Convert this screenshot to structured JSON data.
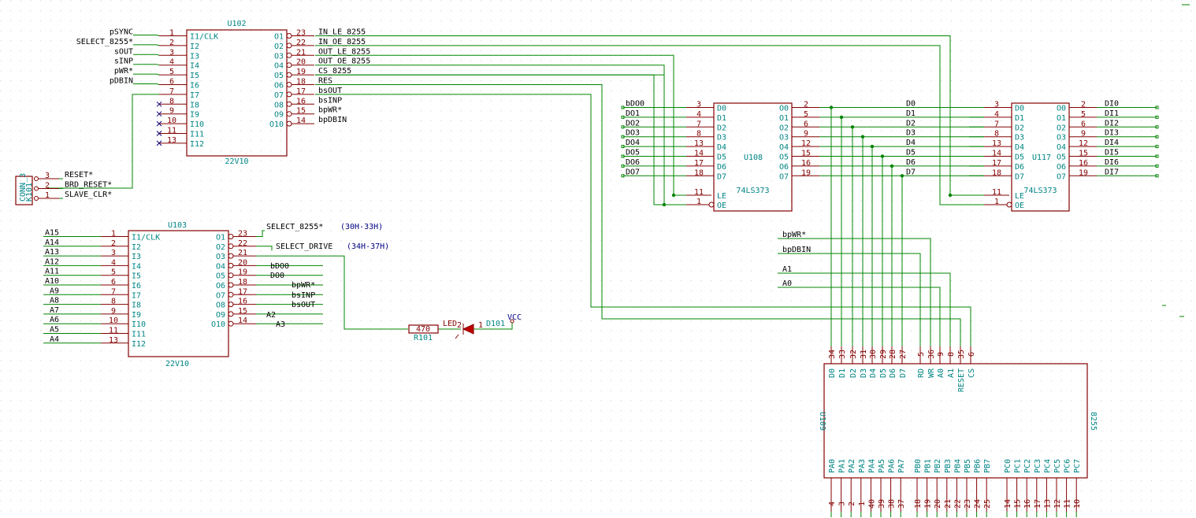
{
  "u102": {
    "ref": "U102",
    "value": "22V10",
    "in_pins": [
      {
        "num": "1",
        "name": "I1/CLK",
        "net": "pSYNC"
      },
      {
        "num": "2",
        "name": "I2",
        "net": "SELECT_8255*"
      },
      {
        "num": "3",
        "name": "I3",
        "net": "sOUT"
      },
      {
        "num": "4",
        "name": "I4",
        "net": "sINP"
      },
      {
        "num": "5",
        "name": "I5",
        "net": "pWR*"
      },
      {
        "num": "6",
        "name": "I6",
        "net": "pDBIN"
      },
      {
        "num": "7",
        "name": "I7",
        "net": ""
      },
      {
        "num": "8",
        "name": "I8",
        "net": ""
      },
      {
        "num": "9",
        "name": "I9",
        "net": ""
      },
      {
        "num": "10",
        "name": "I10",
        "net": ""
      },
      {
        "num": "11",
        "name": "I11",
        "net": ""
      },
      {
        "num": "13",
        "name": "I12",
        "net": ""
      }
    ],
    "out_pins": [
      {
        "num": "23",
        "name": "O1",
        "net": "IN_LE_8255"
      },
      {
        "num": "22",
        "name": "O2",
        "net": "IN_OE_8255"
      },
      {
        "num": "21",
        "name": "O3",
        "net": "OUT_LE_8255"
      },
      {
        "num": "20",
        "name": "O4",
        "net": "OUT_OE_8255"
      },
      {
        "num": "19",
        "name": "O5",
        "net": "CS_8255"
      },
      {
        "num": "18",
        "name": "O6",
        "net": "RES"
      },
      {
        "num": "17",
        "name": "O7",
        "net": "bsOUT"
      },
      {
        "num": "16",
        "name": "O8",
        "net": "bsINP"
      },
      {
        "num": "15",
        "name": "O9",
        "net": "bpWR*"
      },
      {
        "num": "14",
        "name": "O10",
        "net": "bpDBIN"
      }
    ]
  },
  "u103": {
    "ref": "U103",
    "value": "22V10",
    "in_pins": [
      {
        "num": "1",
        "name": "I1/CLK",
        "net": "A15"
      },
      {
        "num": "2",
        "name": "I2",
        "net": "A14"
      },
      {
        "num": "3",
        "name": "I3",
        "net": "A13"
      },
      {
        "num": "4",
        "name": "I4",
        "net": "A12"
      },
      {
        "num": "5",
        "name": "I5",
        "net": "A11"
      },
      {
        "num": "6",
        "name": "I6",
        "net": "A10"
      },
      {
        "num": "7",
        "name": "I7",
        "net": "A9"
      },
      {
        "num": "8",
        "name": "I8",
        "net": "A8"
      },
      {
        "num": "9",
        "name": "I9",
        "net": "A7"
      },
      {
        "num": "10",
        "name": "I10",
        "net": "A6"
      },
      {
        "num": "11",
        "name": "I11",
        "net": "A5"
      },
      {
        "num": "13",
        "name": "I12",
        "net": "A4"
      }
    ],
    "out_pins": [
      {
        "num": "23",
        "name": "O1",
        "net": "SELECT_8255*"
      },
      {
        "num": "22",
        "name": "O2",
        "net": "SELECT_DRIVE"
      },
      {
        "num": "21",
        "name": "O3",
        "net": ""
      },
      {
        "num": "20",
        "name": "O4",
        "net": "bDO0"
      },
      {
        "num": "19",
        "name": "O5",
        "net": "DO0"
      },
      {
        "num": "18",
        "name": "O6",
        "net": "bpWR*"
      },
      {
        "num": "17",
        "name": "O7",
        "net": "bsINP"
      },
      {
        "num": "16",
        "name": "O8",
        "net": "bsOUT"
      },
      {
        "num": "15",
        "name": "O9",
        "net": "A2"
      },
      {
        "num": "14",
        "name": "O10",
        "net": "A3"
      }
    ],
    "notes": [
      "(30H-33H)",
      "(34H-37H)"
    ]
  },
  "k101": {
    "ref": "K101",
    "value": "CONN_3",
    "pins": [
      {
        "num": "3",
        "net": "RESET*"
      },
      {
        "num": "2",
        "net": "BRD_RESET*"
      },
      {
        "num": "1",
        "net": "SLAVE_CLR*"
      }
    ]
  },
  "u108": {
    "ref": "U108",
    "value": "74LS373",
    "in_pins": [
      {
        "num": "3",
        "name": "D0",
        "net": "bDO0"
      },
      {
        "num": "4",
        "name": "D1",
        "net": "DO1"
      },
      {
        "num": "7",
        "name": "D2",
        "net": "DO2"
      },
      {
        "num": "8",
        "name": "D3",
        "net": "DO3"
      },
      {
        "num": "13",
        "name": "D4",
        "net": "DO4"
      },
      {
        "num": "14",
        "name": "D5",
        "net": "DO5"
      },
      {
        "num": "17",
        "name": "D6",
        "net": "DO6"
      },
      {
        "num": "18",
        "name": "D7",
        "net": "DO7"
      }
    ],
    "ctrl_pins": [
      {
        "num": "11",
        "name": "LE"
      },
      {
        "num": "1",
        "name": "OE"
      }
    ],
    "out_pins": [
      {
        "num": "2",
        "name": "O0",
        "net": "D0"
      },
      {
        "num": "5",
        "name": "O1",
        "net": "D1"
      },
      {
        "num": "6",
        "name": "O2",
        "net": "D2"
      },
      {
        "num": "9",
        "name": "O3",
        "net": "D3"
      },
      {
        "num": "12",
        "name": "O4",
        "net": "D4"
      },
      {
        "num": "15",
        "name": "O5",
        "net": "D5"
      },
      {
        "num": "16",
        "name": "O6",
        "net": "D6"
      },
      {
        "num": "19",
        "name": "O7",
        "net": "D7"
      }
    ]
  },
  "u117": {
    "ref": "U117",
    "value": "74LS373",
    "in_pins": [
      {
        "num": "3",
        "name": "D0"
      },
      {
        "num": "4",
        "name": "D1"
      },
      {
        "num": "7",
        "name": "D2"
      },
      {
        "num": "8",
        "name": "D3"
      },
      {
        "num": "13",
        "name": "D4"
      },
      {
        "num": "14",
        "name": "D5"
      },
      {
        "num": "17",
        "name": "D6"
      },
      {
        "num": "18",
        "name": "D7"
      }
    ],
    "ctrl_pins": [
      {
        "num": "11",
        "name": "LE"
      },
      {
        "num": "1",
        "name": "OE"
      }
    ],
    "out_pins": [
      {
        "num": "2",
        "name": "O0",
        "net": "DI0"
      },
      {
        "num": "5",
        "name": "O1",
        "net": "DI1"
      },
      {
        "num": "6",
        "name": "O2",
        "net": "DI2"
      },
      {
        "num": "9",
        "name": "O3",
        "net": "DI3"
      },
      {
        "num": "12",
        "name": "O4",
        "net": "DI4"
      },
      {
        "num": "15",
        "name": "O5",
        "net": "DI5"
      },
      {
        "num": "16",
        "name": "O6",
        "net": "DI6"
      },
      {
        "num": "19",
        "name": "O7",
        "net": "DI7"
      }
    ]
  },
  "u109": {
    "ref": "U109",
    "value": "8255",
    "top_pins": [
      {
        "num": "34",
        "name": "D0"
      },
      {
        "num": "33",
        "name": "D1"
      },
      {
        "num": "32",
        "name": "D2"
      },
      {
        "num": "31",
        "name": "D3"
      },
      {
        "num": "30",
        "name": "D4"
      },
      {
        "num": "29",
        "name": "D5"
      },
      {
        "num": "28",
        "name": "D6"
      },
      {
        "num": "27",
        "name": "D7"
      },
      {
        "num": "5",
        "name": "RD"
      },
      {
        "num": "36",
        "name": "WR"
      },
      {
        "num": "9",
        "name": "A0"
      },
      {
        "num": "8",
        "name": "A1"
      },
      {
        "num": "35",
        "name": "RESET"
      },
      {
        "num": "6",
        "name": "CS"
      }
    ],
    "bottom_pins": [
      {
        "num": "4",
        "name": "PA0"
      },
      {
        "num": "3",
        "name": "PA1"
      },
      {
        "num": "2",
        "name": "PA2"
      },
      {
        "num": "1",
        "name": "PA3"
      },
      {
        "num": "40",
        "name": "PA4"
      },
      {
        "num": "39",
        "name": "PA5"
      },
      {
        "num": "38",
        "name": "PA6"
      },
      {
        "num": "37",
        "name": "PA7"
      },
      {
        "num": "18",
        "name": "PB0"
      },
      {
        "num": "19",
        "name": "PB1"
      },
      {
        "num": "20",
        "name": "PB2"
      },
      {
        "num": "21",
        "name": "PB3"
      },
      {
        "num": "22",
        "name": "PB4"
      },
      {
        "num": "23",
        "name": "PB5"
      },
      {
        "num": "24",
        "name": "PB6"
      },
      {
        "num": "25",
        "name": "PB7"
      },
      {
        "num": "14",
        "name": "PC0"
      },
      {
        "num": "15",
        "name": "PC1"
      },
      {
        "num": "16",
        "name": "PC2"
      },
      {
        "num": "17",
        "name": "PC3"
      },
      {
        "num": "13",
        "name": "PC4"
      },
      {
        "num": "12",
        "name": "PC5"
      },
      {
        "num": "11",
        "name": "PC6"
      },
      {
        "num": "10",
        "name": "PC7"
      }
    ],
    "bus_labels": [
      "D0",
      "D1",
      "D2",
      "D3",
      "D4",
      "D5",
      "D6",
      "D7"
    ],
    "ctrl_labels": [
      "bpWR*",
      "bpDBIN",
      "A1",
      "A0"
    ]
  },
  "r101": {
    "ref": "R101",
    "value": "470"
  },
  "d101": {
    "ref": "D101",
    "value": "LED",
    "pin2": "2",
    "pin1": "1",
    "supply": "VCC"
  },
  "colors": {
    "body": "#840000",
    "wire": "#008400",
    "pin_name": "#008484",
    "net": "#000000",
    "note": "#000084",
    "grid": "#c8c8c8"
  }
}
